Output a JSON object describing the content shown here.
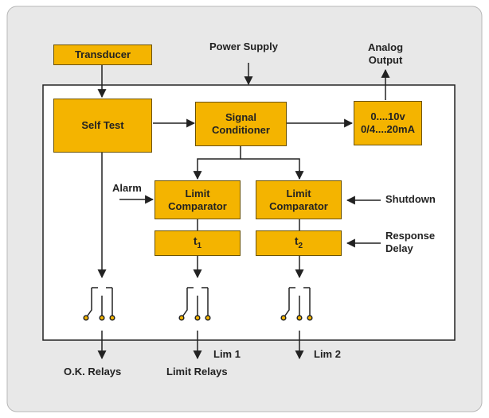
{
  "colors": {
    "frame_bg": "#e8e8e8",
    "panel_bg": "#ffffff",
    "block_fill": "#f4b400",
    "block_border": "#6b5200",
    "line": "#222222"
  },
  "blocks": {
    "transducer": "Transducer",
    "self_test": "Self Test",
    "signal_conditioner": "Signal\nConditioner",
    "analog_range_1": "0....10v",
    "analog_range_2": "0/4....20mA",
    "limit_comparator_1": "Limit\nComparator",
    "limit_comparator_2": "Limit\nComparator",
    "delay_1": "t",
    "delay_1_sub": "1",
    "delay_2": "t",
    "delay_2_sub": "2"
  },
  "labels": {
    "power_supply": "Power Supply",
    "analog_output": "Analog\nOutput",
    "alarm": "Alarm",
    "shutdown": "Shutdown",
    "response_delay": "Response\nDelay",
    "lim_1": "Lim 1",
    "lim_2": "Lim 2",
    "ok_relays": "O.K. Relays",
    "limit_relays": "Limit Relays"
  },
  "icons": {
    "relay": "relay-contact-icon",
    "arrow": "arrow-head-icon"
  }
}
